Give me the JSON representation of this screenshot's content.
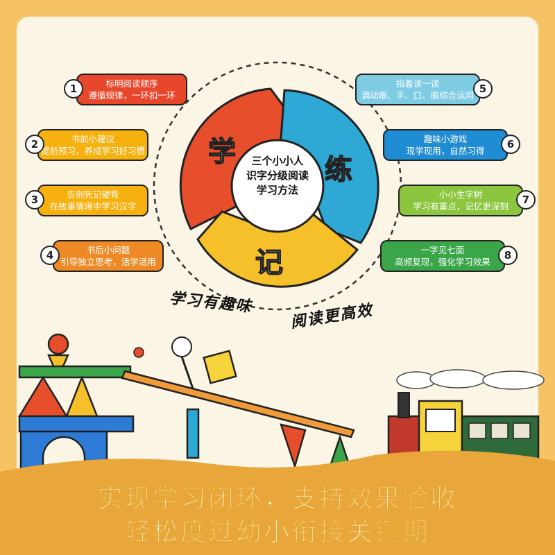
{
  "center": {
    "title_lines": [
      "三个小小人",
      "识字分级阅读",
      "学习方法"
    ],
    "segments": [
      {
        "char": "学",
        "color": "#e74e2c"
      },
      {
        "char": "练",
        "color": "#2ea9d6"
      },
      {
        "char": "记",
        "color": "#f6c02b"
      }
    ]
  },
  "left_cards": [
    {
      "num": "1",
      "line1": "标明阅读顺序",
      "line2": "遵循规律，一环扣一环",
      "color": "#e9472c"
    },
    {
      "num": "2",
      "line1": "书前小建议",
      "line2": "提前预习，养成学习好习惯",
      "color": "#f6b10f"
    },
    {
      "num": "3",
      "line1": "告别死记硬背",
      "line2": "在故事情境中学习汉字",
      "color": "#f6b10f"
    },
    {
      "num": "4",
      "line1": "书后小问题",
      "line2": "引导独立思考，活学活用",
      "color": "#ee8a25"
    }
  ],
  "right_cards": [
    {
      "num": "5",
      "line1": "指着读一读",
      "line2": "调动眼、手、口、脑综合运用",
      "color": "#7ecbe4"
    },
    {
      "num": "6",
      "line1": "趣味小游戏",
      "line2": "现学现用，自然习得",
      "color": "#1f8cd3"
    },
    {
      "num": "7",
      "line1": "小小生字树",
      "line2": "学习有重点，记忆更深刻",
      "color": "#8cc63f"
    },
    {
      "num": "8",
      "line1": "一字见七面",
      "line2": "高频复现，强化学习效果",
      "color": "#3aa549"
    }
  ],
  "slogans": [
    "学习有趣味",
    "阅读更高效"
  ],
  "bottom": {
    "line1": "实现学习闭环，支持效果验收",
    "line2": "轻松度过幼小衔接关键期"
  }
}
